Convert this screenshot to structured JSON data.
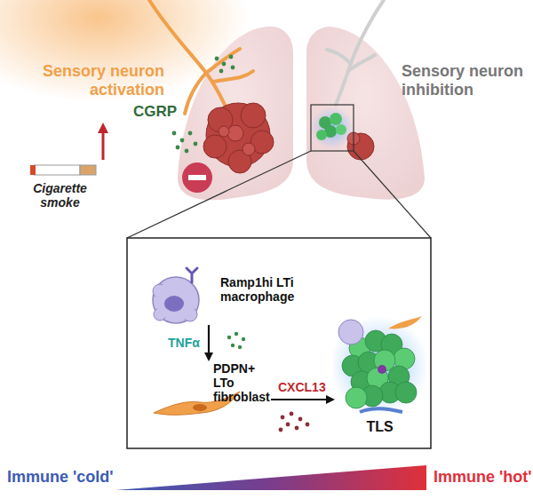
{
  "diagram": {
    "nodes": [
      {
        "text": [
          "Ramp1hi LTi macrophage"
        ]
      },
      {
        "text": [
          "PDPN+ LTo fibroblast"
        ]
      },
      {
        "text": [
          "TLS"
        ]
      }
    ],
    "edges": [
      {
        "from": 0,
        "to": 1,
        "label": "TNFα",
        "arrow": "to"
      },
      {
        "from": 1,
        "to": 2,
        "label": "CXCL13",
        "arrow": "to"
      }
    ],
    "labels": [
      "Sensory neuron activation",
      "Sensory neuron inhibition",
      "CGRP",
      "Cigarette smoke",
      "Immune 'cold'",
      "Immune 'hot'"
    ]
  }
}
